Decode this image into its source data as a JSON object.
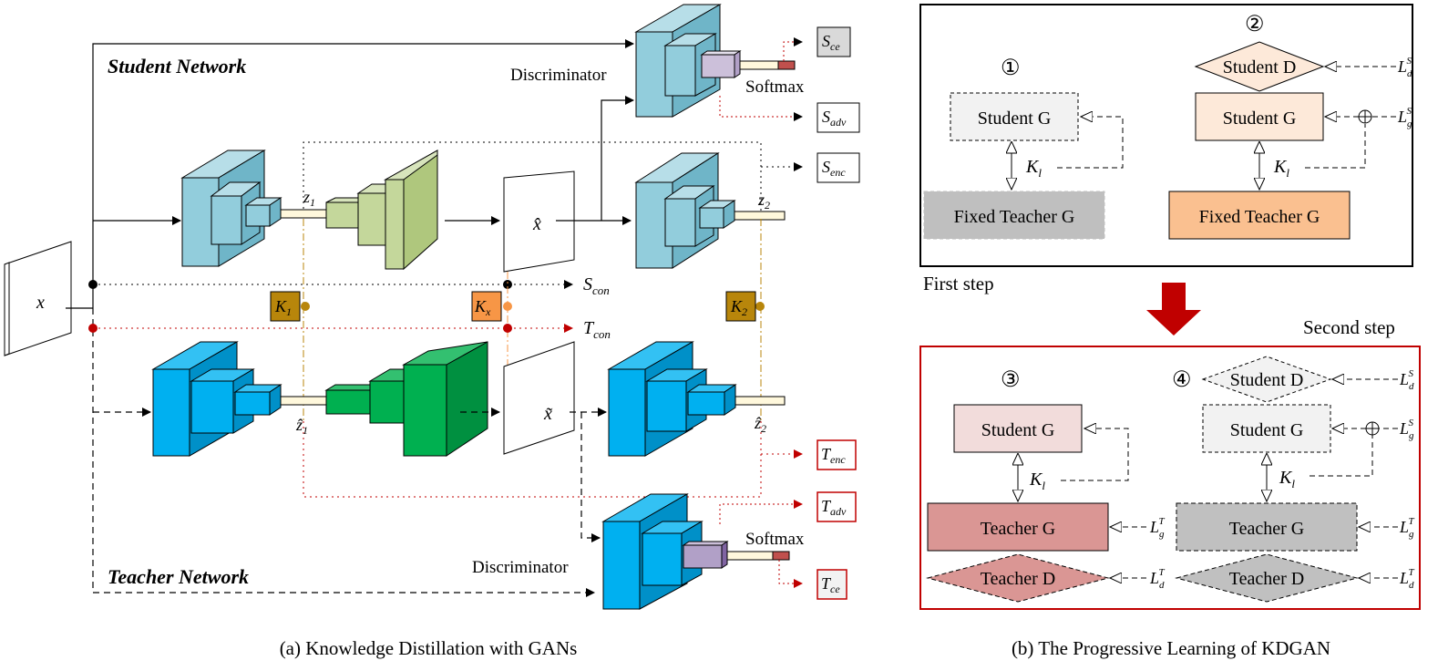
{
  "panel_a": {
    "caption": "(a) Knowledge Distillation with GANs",
    "student_network": "Student Network",
    "teacher_network": "Teacher Network",
    "discriminator": "Discriminator",
    "softmax": "Softmax",
    "input_x": "x",
    "x_hat": "x̂",
    "x_tilde": "x̃",
    "z1": "z",
    "z1_sub": "1",
    "z2": "z",
    "z2_sub": "2",
    "z1_hat": "ẑ",
    "z1_hat_sub": "1",
    "z2_hat": "ẑ",
    "z2_hat_sub": "2",
    "K1": "K",
    "K1_sub": "1",
    "Kx": "K",
    "Kx_sub": "x",
    "K2": "K",
    "K2_sub": "2",
    "S_con": "S",
    "S_con_sub": "con",
    "T_con": "T",
    "T_con_sub": "con",
    "S_ce": "S",
    "S_ce_sub": "ce",
    "S_adv": "S",
    "S_adv_sub": "adv",
    "S_enc": "S",
    "S_enc_sub": "enc",
    "T_enc": "T",
    "T_enc_sub": "enc",
    "T_adv": "T",
    "T_adv_sub": "adv",
    "T_ce": "T",
    "T_ce_sub": "ce"
  },
  "panel_b": {
    "caption": "(b) The Progressive Learning of KDGAN",
    "first_step": "First step",
    "second_step": "Second step",
    "circle1": "①",
    "circle2": "②",
    "circle3": "③",
    "circle4": "④",
    "student_g": "Student G",
    "student_d": "Student D",
    "fixed_teacher_g": "Fixed Teacher G",
    "teacher_g": "Teacher G",
    "teacher_d": "Teacher D",
    "K_l": "K",
    "K_l_sub": "l",
    "L": "L",
    "L_d_sub": "d",
    "L_g_sub": "g",
    "S_sup": "S",
    "T_sup": "T"
  },
  "colors": {
    "student_blue": "#92CDDC",
    "teacher_blue": "#00B0F0",
    "student_green": "#C4D79B",
    "teacher_green": "#00B050",
    "K1_gold": "#B8860B",
    "Kx_orange": "#F79646",
    "red_arrow": "#C00000",
    "fixed_teacher_gray": "#BFBFBF",
    "fixed_teacher_orange": "#FAC090",
    "student_d_peach": "#FDE9D9",
    "teacher_g_rose": "#DA9694",
    "teacher_g_gray": "#C0C0C0",
    "student_g_pink": "#F2DCDB"
  }
}
